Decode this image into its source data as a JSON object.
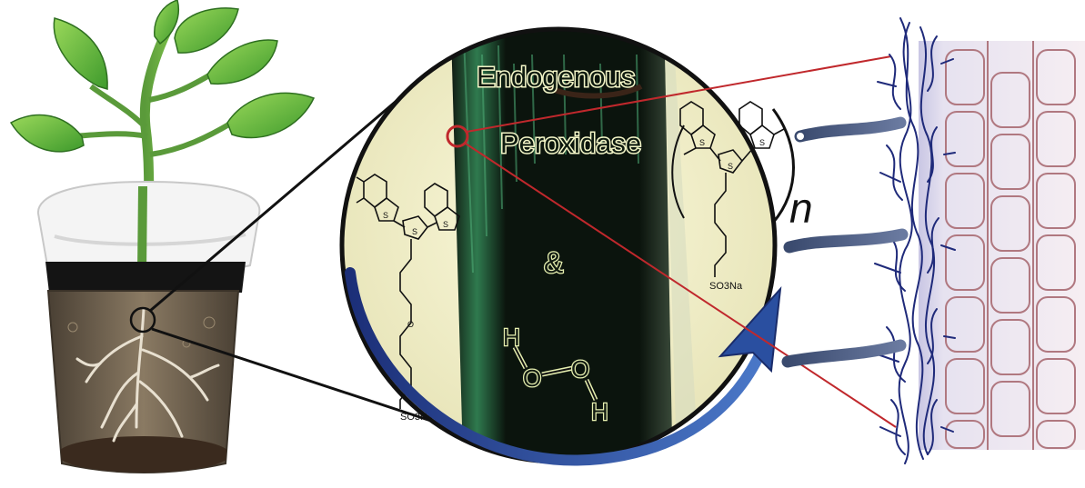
{
  "labels": {
    "endogenous": "Endogenous",
    "peroxidase": "Peroxidase",
    "ampersand": "&",
    "repeat_n": "n",
    "h_top": "H",
    "o_left": "O",
    "o_right": "O",
    "h_bottom": "H",
    "so3na_monomer": "SO3Na",
    "so3na_polymer": "SO3Na"
  },
  "colors": {
    "zoom_circle_bg": "#f3f1cf",
    "stem_dark": "#0b140d",
    "stem_green": "#2f7a4e",
    "polymer_blue": "#1f2a7a",
    "cell_wall": "#b07880",
    "leaf_green": "#5fb73a",
    "pot_brown": "#6a5a45",
    "callout_red": "#c0282c",
    "arrow_blue": "#2a4fa0"
  }
}
